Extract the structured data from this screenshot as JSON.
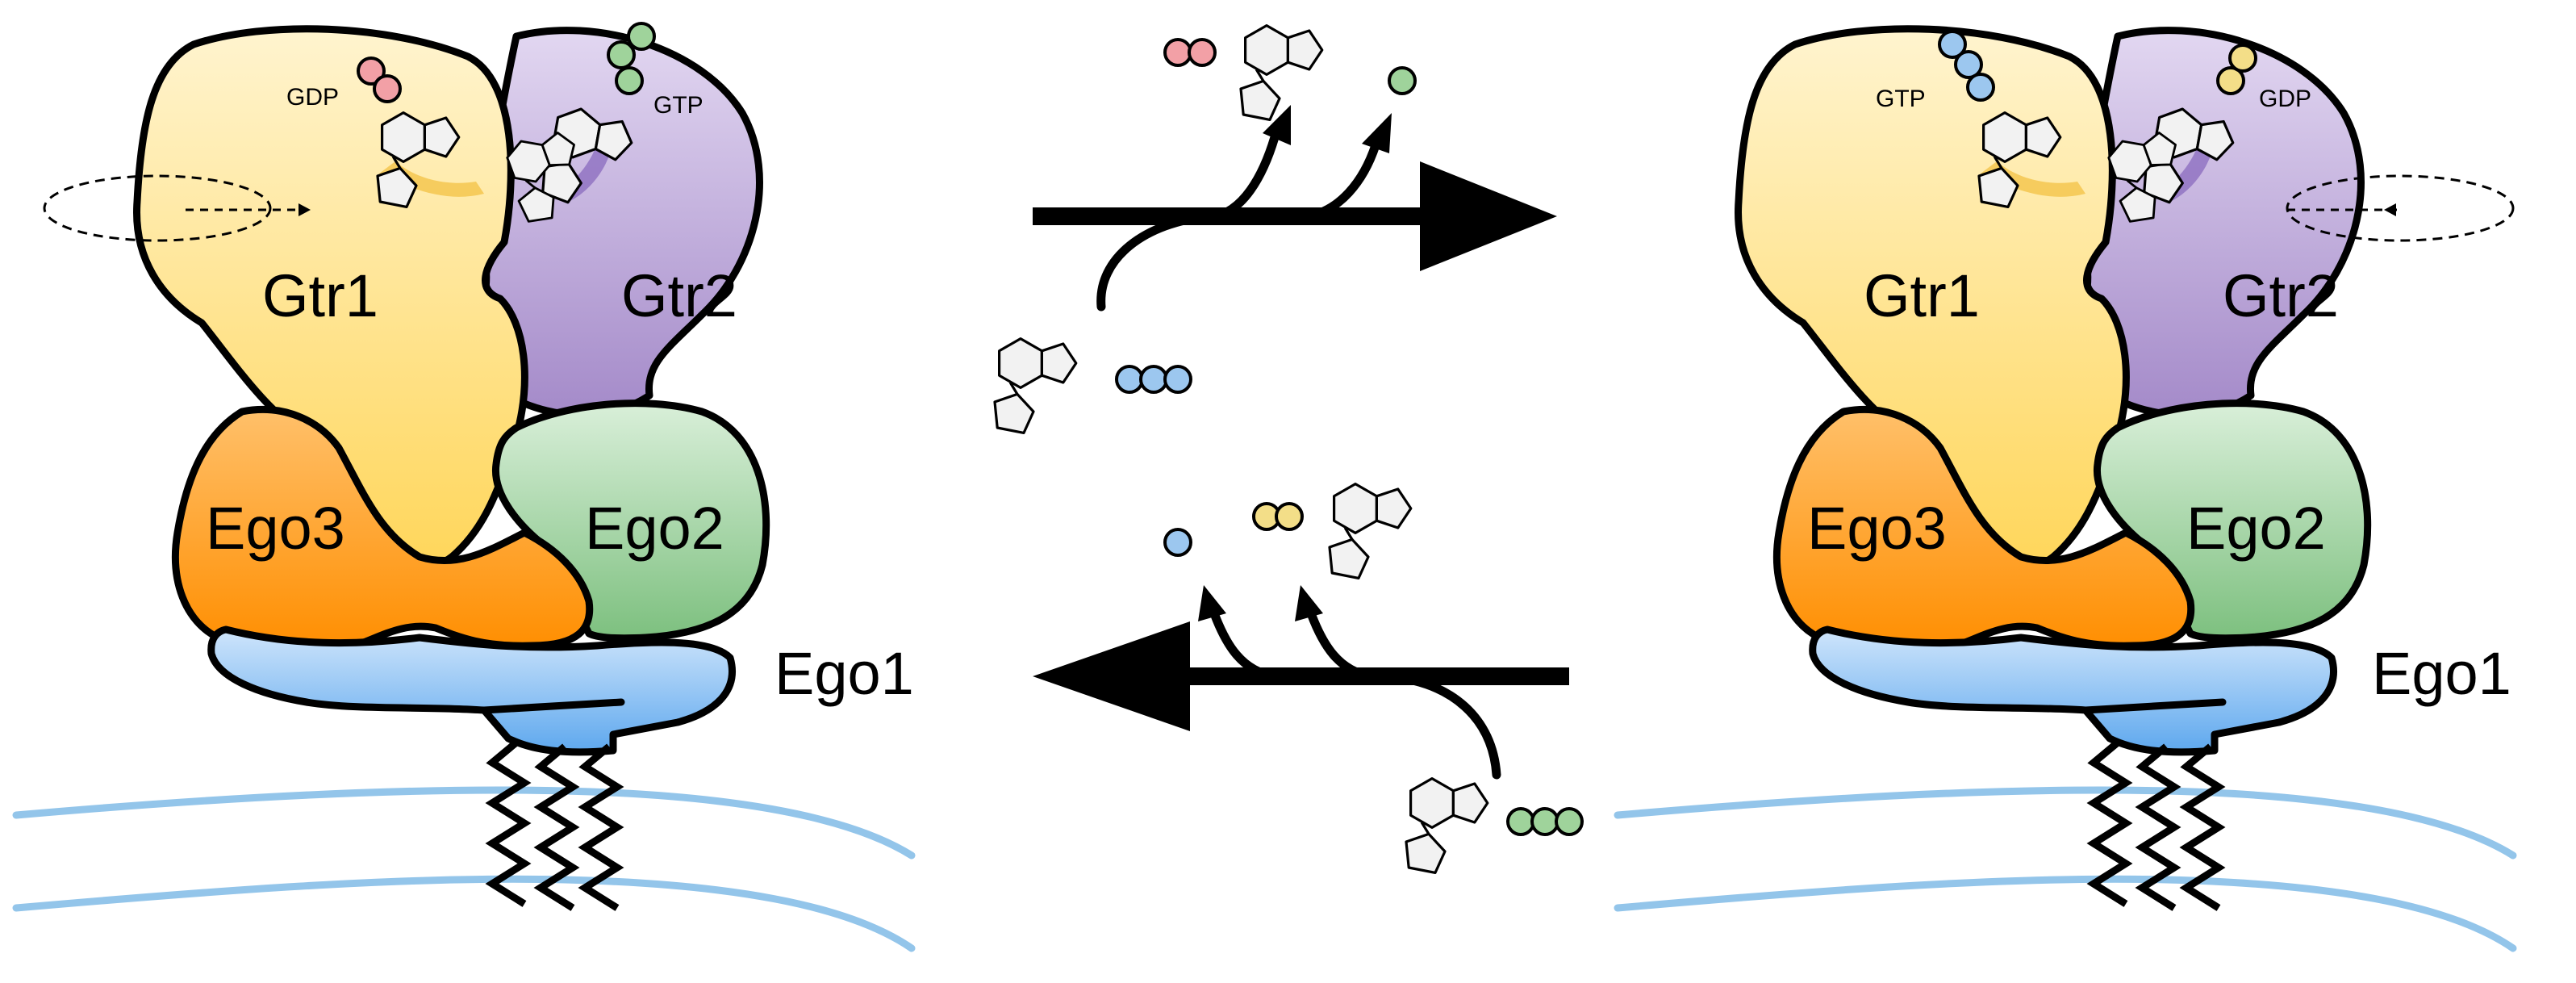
{
  "left": {
    "gtr1": "Gtr1",
    "gtr2": "Gtr2",
    "ego3": "Ego3",
    "ego2": "Ego2",
    "ego1": "Ego1",
    "gtr1_nucleotide": "GDP",
    "gtr2_nucleotide": "GTP"
  },
  "right": {
    "gtr1": "Gtr1",
    "gtr2": "Gtr2",
    "ego3": "Ego3",
    "ego2": "Ego2",
    "ego1": "Ego1",
    "gtr1_nucleotide": "GTP",
    "gtr2_nucleotide": "GDP"
  },
  "colors": {
    "gtr1": "#ffe8a0",
    "gtr2": "#b9a2d8",
    "ego3": "#ffa438",
    "ego2": "#93cf95",
    "ego1": "#8fc3ef",
    "membrane": "#93c5ea",
    "phosphate_gdp_gtr1": "#f2a0a6",
    "phosphate_gtp_gtr2": "#9fd39b",
    "phosphate_gtp_gtr1": "#9cc7ef",
    "phosphate_gdp_gtr2": "#f3de88"
  }
}
